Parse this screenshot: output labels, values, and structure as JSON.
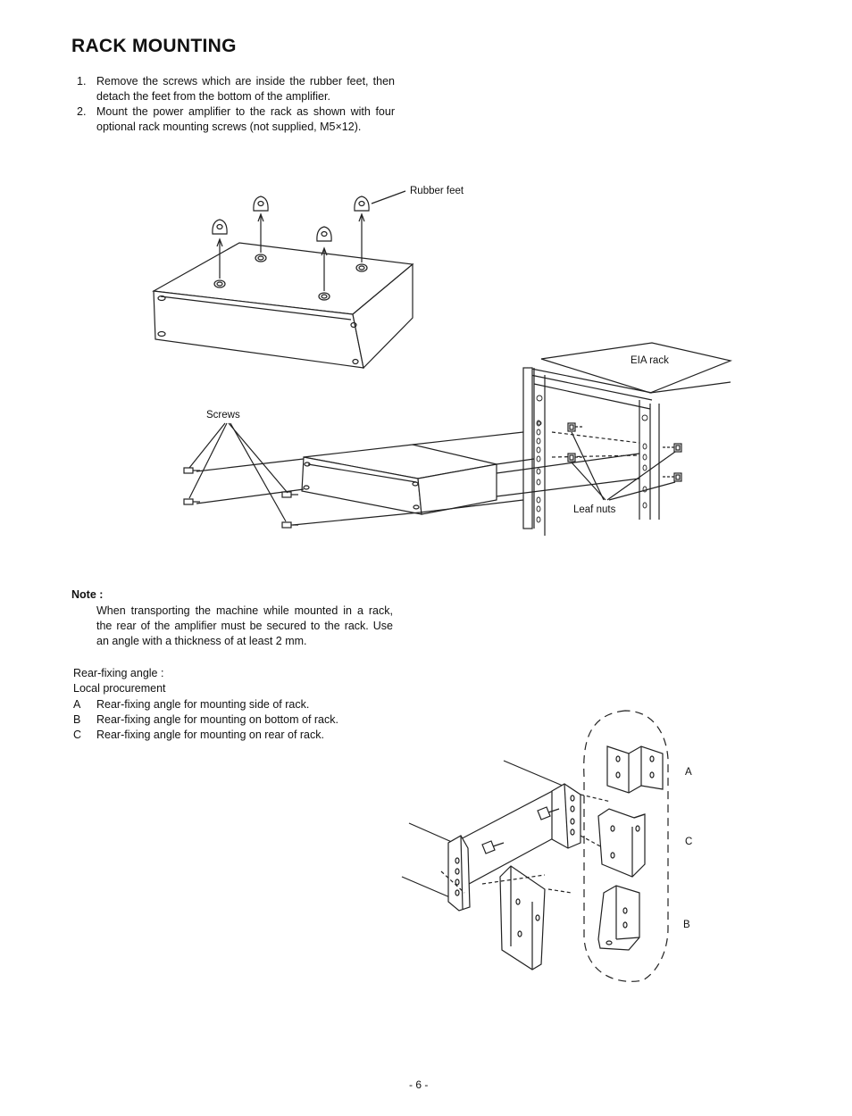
{
  "title": "RACK MOUNTING",
  "steps": [
    {
      "num": "1.",
      "text": "Remove the screws which are inside the rubber feet, then detach the feet from the bottom of the amplifier."
    },
    {
      "num": "2.",
      "text": "Mount the power amplifier to the rack as shown with four optional rack mounting screws (not supplied, M5×12)."
    }
  ],
  "figure1": {
    "rubber_feet_label": "Rubber feet"
  },
  "figure2": {
    "eia_rack_label": "EIA rack",
    "screws_label": "Screws",
    "leaf_nuts_label": "Leaf nuts"
  },
  "note": {
    "heading": "Note :",
    "body": "When transporting the machine while mounted in a rack, the rear of the amplifier must be secured to the rack. Use an angle with a thickness of at least 2 mm."
  },
  "rear_fixing": {
    "heading": "Rear-fixing angle :",
    "source": "Local procurement",
    "items": [
      {
        "key": "A",
        "text": "Rear-fixing angle for mounting side of rack."
      },
      {
        "key": "B",
        "text": "Rear-fixing angle for mounting on bottom of rack."
      },
      {
        "key": "C",
        "text": "Rear-fixing angle for mounting on rear of rack."
      }
    ]
  },
  "figure3": {
    "label_a": "A",
    "label_c": "C",
    "label_b": "B"
  },
  "page_number": "- 6 -"
}
